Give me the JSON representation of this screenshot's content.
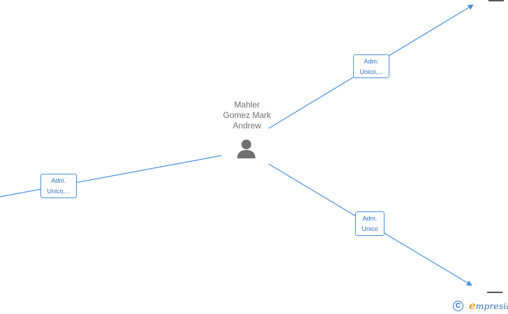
{
  "person": {
    "name_lines": [
      "Mahler",
      "Gomez Mark",
      "Andrew"
    ],
    "icon": "person-silhouette-icon"
  },
  "relations": [
    {
      "id": "top",
      "label_lines": [
        "Adm.",
        "Unico,..."
      ]
    },
    {
      "id": "left",
      "label_lines": [
        "Adm.",
        "Unico,..."
      ]
    },
    {
      "id": "bottom",
      "label_lines": [
        "Adm.",
        "Unico"
      ]
    }
  ],
  "footer": {
    "copyright_symbol": "C",
    "brand_initial": "e",
    "brand_rest": "mpresia"
  },
  "colors": {
    "edge": "#4a8fd8",
    "label_text": "#2f6fc0",
    "person_text": "#707070",
    "person_icon": "#707070",
    "brand_accent": "#f39c12"
  }
}
